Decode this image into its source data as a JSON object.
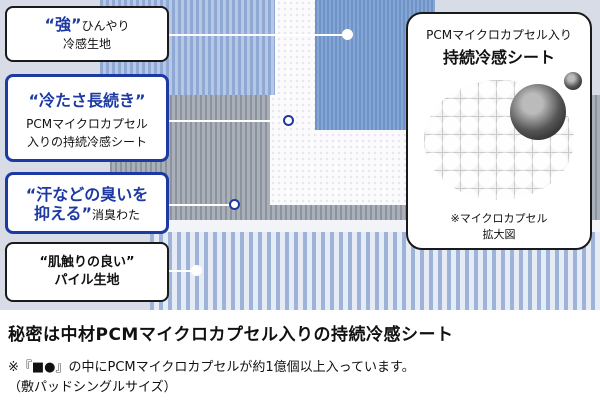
{
  "labels": [
    {
      "accent": "“強”",
      "line1": "ひんやり",
      "line2": "冷感生地"
    },
    {
      "accent": "“冷たさ長続き”",
      "line1": "PCMマイクロカプセル",
      "line2": "入りの持続冷感シート"
    },
    {
      "accent": "“汗などの臭いを",
      "accent2": "抑える”",
      "line1": "消臭わた"
    },
    {
      "line1": "“肌触りの良い”",
      "line2": "パイル生地"
    }
  ],
  "callout": {
    "title1": "PCMマイクロカプセル入り",
    "title2": "持続冷感シート",
    "note1": "※マイクロカプセル",
    "note2": "拡大図"
  },
  "headline": "秘密は中材PCMマイクロカプセル入りの持続冷感シート",
  "footnote": {
    "line1": "※『■●』の中にPCMマイクロカプセルが約1億個以上入っています。",
    "line2": "（敷パッドシングルサイズ）"
  },
  "colors": {
    "accent_blue": "#1d3aa3",
    "border_black": "#1a1a1a"
  }
}
